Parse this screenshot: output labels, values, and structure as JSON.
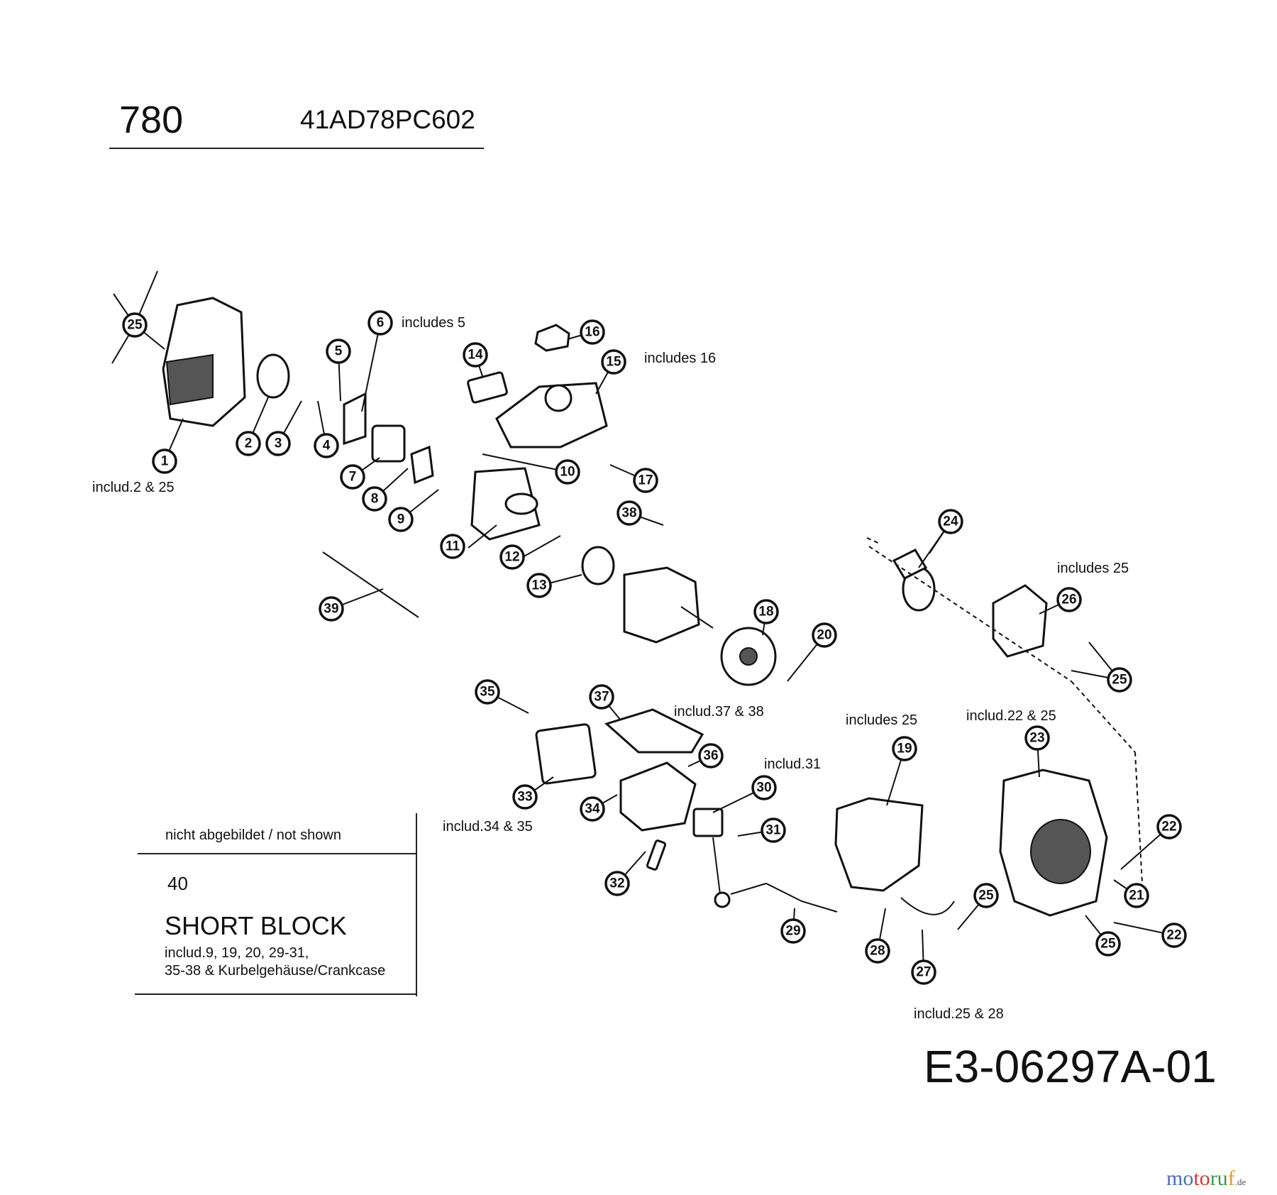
{
  "header": {
    "model": "780",
    "part_number": "41AD78PC602"
  },
  "notes": {
    "n1": "includ.2 & 25",
    "n2": "includes 5",
    "n3": "includes 16",
    "n4": "includes 25",
    "n5": "includ.37 & 38",
    "n6": "includes 25",
    "n7": "includ.22 & 25",
    "n8": "includ.31",
    "n9": "includ.34 & 35",
    "n10": "includ.25 & 28"
  },
  "legend": {
    "heading": "nicht abgebildet / not shown",
    "number": "40",
    "title": "SHORT BLOCK",
    "line1": "includ.9, 19, 20, 29-31,",
    "line2": "35-38 & Kurbelgehäuse/Crankcase"
  },
  "drawing_number": "E3-06297A-01",
  "watermark": {
    "p1": "mo",
    "p2": "to",
    "p3": "ru",
    "p4": "f",
    "suffix": ".de"
  },
  "callouts": [
    "25",
    "1",
    "2",
    "3",
    "4",
    "5",
    "6",
    "7",
    "8",
    "9",
    "10",
    "11",
    "12",
    "13",
    "14",
    "15",
    "16",
    "17",
    "38",
    "39",
    "24",
    "26",
    "25",
    "18",
    "20",
    "35",
    "37",
    "36",
    "33",
    "34",
    "30",
    "31",
    "32",
    "29",
    "19",
    "28",
    "27",
    "25",
    "23",
    "22",
    "21",
    "25",
    "22"
  ]
}
